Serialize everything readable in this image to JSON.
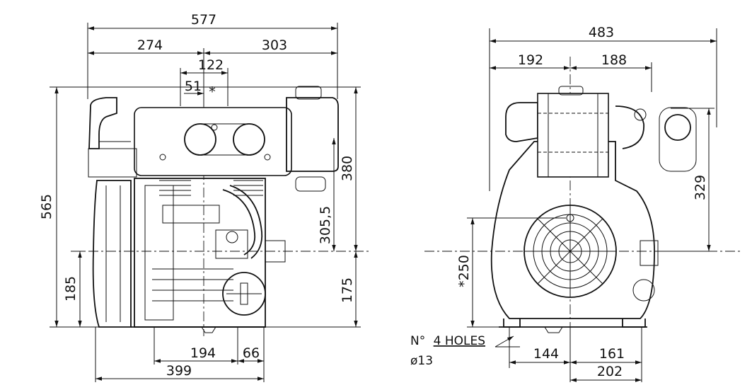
{
  "title": "Engine outline dimensions drawing",
  "front_view": {
    "dims": {
      "overall_width": "577",
      "left_width": "274",
      "right_width": "303",
      "top_span": "122",
      "top_offset": "51",
      "star": "*",
      "overall_height": "565",
      "height_380": "380",
      "height_305": "305,5",
      "height_175": "175",
      "height_185": "185",
      "bottom_194": "194",
      "bottom_66": "66",
      "bottom_399": "399"
    }
  },
  "side_view": {
    "dims": {
      "overall_width": "483",
      "left_width": "192",
      "right_width": "188",
      "height_329": "329",
      "height_250": "*250",
      "bottom_144": "144",
      "bottom_161": "161",
      "bottom_202": "202"
    },
    "holes_note": {
      "prefix": "N°",
      "underlined": "4 HOLES",
      "diameter": "ø13"
    }
  }
}
